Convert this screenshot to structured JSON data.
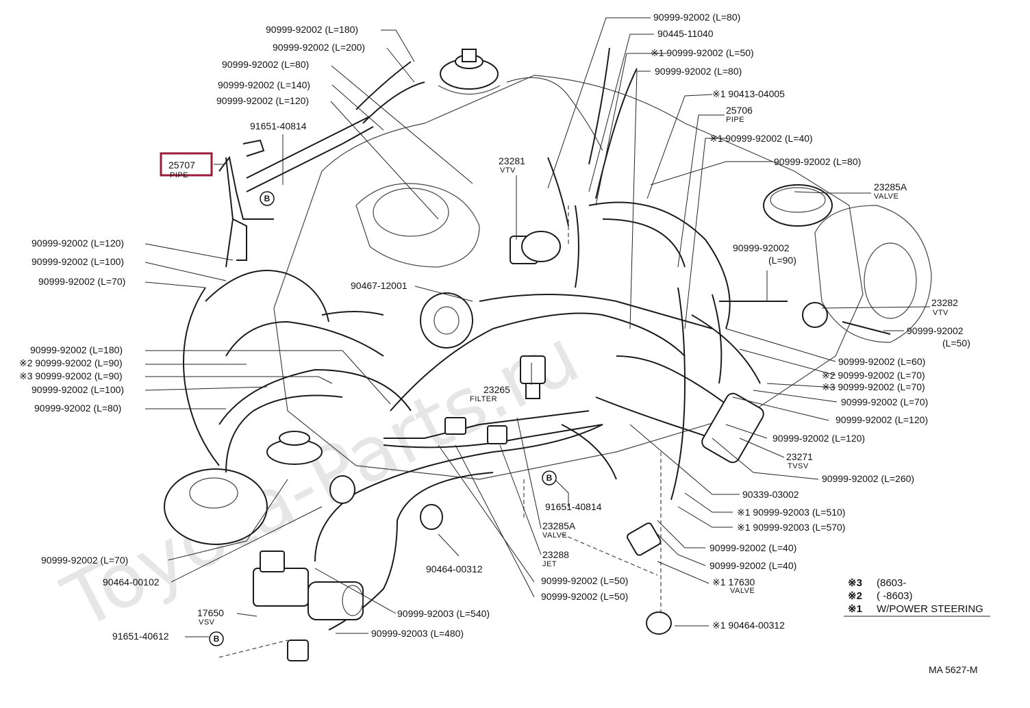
{
  "watermark": "Toyota-Parts.ru",
  "diagram_code": "MA 5627-M",
  "highlighted_part": {
    "number": "25707",
    "sub": "PIPE"
  },
  "labels": [
    {
      "text": "90999-92002 (L=180)"
    },
    {
      "text": "90999-92002 (L=200)"
    },
    {
      "text": "90999-92002 (L=80)"
    },
    {
      "text": "90999-92002 (L=140)"
    },
    {
      "text": "90999-92002 (L=120)"
    },
    {
      "text": "91651-40814"
    },
    {
      "text": "90999-92002 (L=120)"
    },
    {
      "text": "90999-92002 (L=100)"
    },
    {
      "text": "90999-92002 (L=70)"
    },
    {
      "text": "90999-92002 (L=180)"
    },
    {
      "text": "※2 90999-92002 (L=90)"
    },
    {
      "text": "※3 90999-92002 (L=90)"
    },
    {
      "text": "90999-92002 (L=100)"
    },
    {
      "text": "90999-92002 (L=80)"
    },
    {
      "text": "90999-92002 (L=70)"
    },
    {
      "text": "90464-00102"
    },
    {
      "text": "17650"
    },
    {
      "text": "VSV"
    },
    {
      "text": "91651-40612"
    },
    {
      "text": "90999-92003 (L=480)"
    },
    {
      "text": "90999-92003 (L=540)"
    },
    {
      "text": "90464-00312"
    },
    {
      "text": "90999-92002 (L=50)"
    },
    {
      "text": "90999-92002 (L=50)"
    },
    {
      "text": "23288"
    },
    {
      "text": "JET"
    },
    {
      "text": "23285A"
    },
    {
      "text": "VALVE"
    },
    {
      "text": "91651-40814"
    },
    {
      "text": "23281"
    },
    {
      "text": "VTV"
    },
    {
      "text": "90467-12001"
    },
    {
      "text": "23265"
    },
    {
      "text": "FILTER"
    },
    {
      "text": "90999-92002 (L=80)"
    },
    {
      "text": "90445-11040"
    },
    {
      "text": "※1 90999-92002 (L=50)"
    },
    {
      "text": "90999-92002 (L=80)"
    },
    {
      "text": "※1 90413-04005"
    },
    {
      "text": "25706"
    },
    {
      "text": "PIPE"
    },
    {
      "text": "※1 90999-92002 (L=40)"
    },
    {
      "text": "90999-92002 (L=80)"
    },
    {
      "text": "23285A"
    },
    {
      "text": "VALVE"
    },
    {
      "text": "90999-92002"
    },
    {
      "text": "(L=90)"
    },
    {
      "text": "23282"
    },
    {
      "text": "VTV"
    },
    {
      "text": "90999-92002"
    },
    {
      "text": "(L=50)"
    },
    {
      "text": "90999-92002 (L=60)"
    },
    {
      "text": "※2 90999-92002 (L=70)"
    },
    {
      "text": "※3 90999-92002 (L=70)"
    },
    {
      "text": "90999-92002 (L=70)"
    },
    {
      "text": "90999-92002 (L=120)"
    },
    {
      "text": "90999-92002 (L=120)"
    },
    {
      "text": "23271"
    },
    {
      "text": "TVSV"
    },
    {
      "text": "90999-92002 (L=260)"
    },
    {
      "text": "90339-03002"
    },
    {
      "text": "※1 90999-92003 (L=510)"
    },
    {
      "text": "※1 90999-92003 (L=570)"
    },
    {
      "text": "90999-92002 (L=40)"
    },
    {
      "text": "90999-92002 (L=40)"
    },
    {
      "text": "※1 17630"
    },
    {
      "text": "VALVE"
    },
    {
      "text": "※1 90464-00312"
    }
  ],
  "legend": [
    {
      "mark": "※3",
      "text": "(8603-"
    },
    {
      "mark": "※2",
      "text": "(      -8603)"
    },
    {
      "mark": "※1",
      "text": "W/POWER STEERING"
    }
  ],
  "ref_circles": [
    "B",
    "B",
    "B"
  ]
}
